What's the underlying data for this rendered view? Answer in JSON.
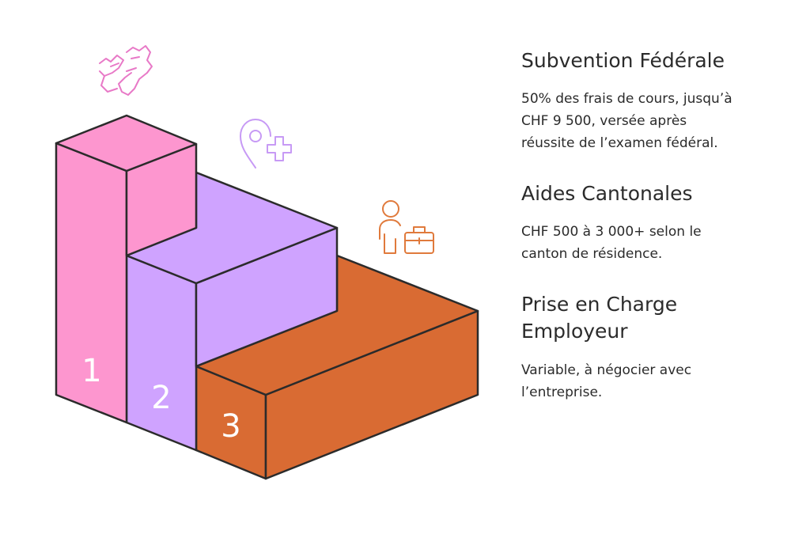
{
  "steps": [
    {
      "number": "1",
      "title": "Subvention Fédérale",
      "description_lines": [
        "50% des frais de cours, jusqu’à",
        "CHF 9 500, versée après",
        "réussite de l’examen fédéral."
      ],
      "color": "#fd96cf",
      "icon": "hands-support-icon",
      "icon_color": "#e879c7"
    },
    {
      "number": "2",
      "title": "Aides Cantonales",
      "description_lines": [
        "CHF 500 à 3 000+ selon le",
        "canton de résidence."
      ],
      "color": "#cfa3ff",
      "icon": "location-plus-icon",
      "icon_color": "#c79af5"
    },
    {
      "number": "3",
      "title": "Prise en Charge",
      "title_line2": "Employeur",
      "description_lines": [
        "Variable, à négocier avec",
        "l’entreprise."
      ],
      "color": "#da6d35",
      "icon": "person-briefcase-icon",
      "icon_color": "#e07a3c"
    }
  ]
}
